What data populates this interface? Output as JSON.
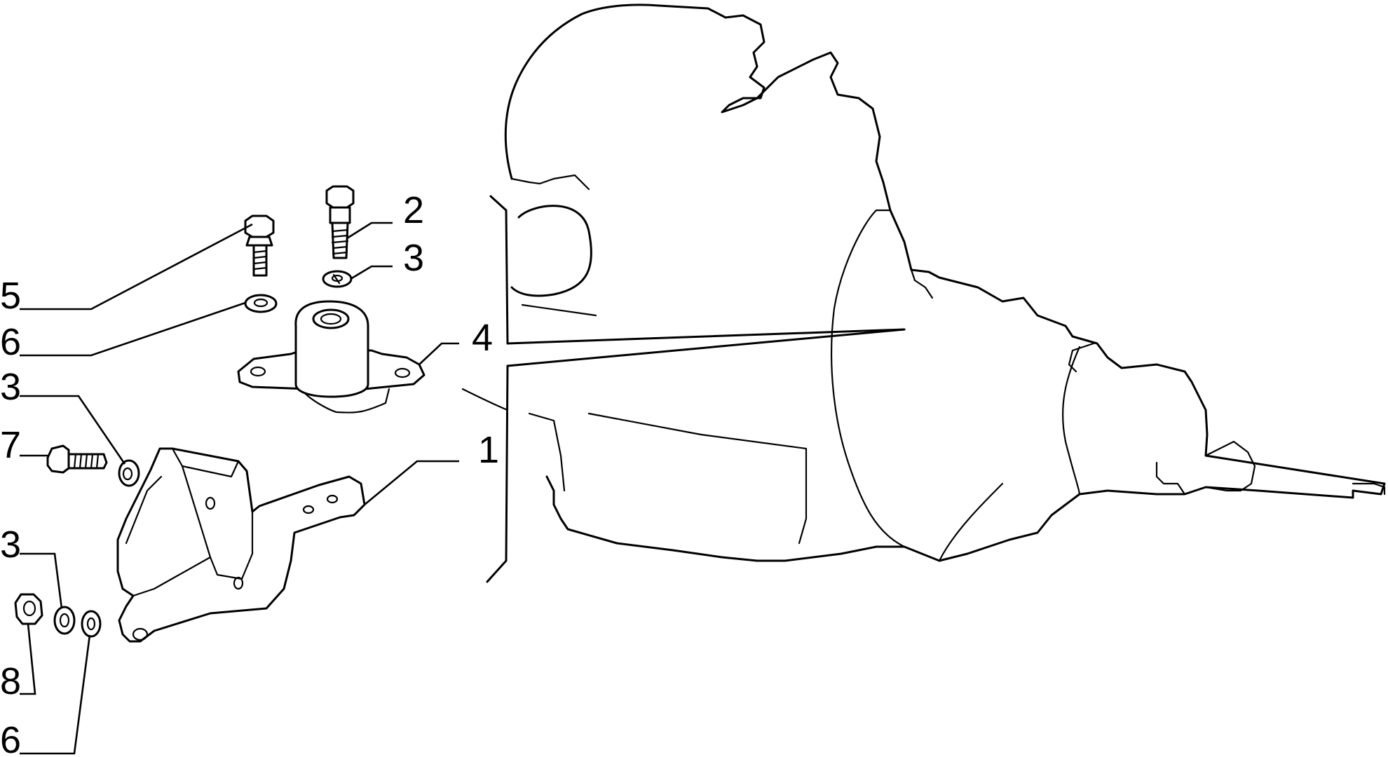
{
  "callouts": [
    {
      "id": "c1",
      "label": "1"
    },
    {
      "id": "c2",
      "label": "2"
    },
    {
      "id": "c3a",
      "label": "3"
    },
    {
      "id": "c3b",
      "label": "3"
    },
    {
      "id": "c3c",
      "label": "3"
    },
    {
      "id": "c4",
      "label": "4"
    },
    {
      "id": "c5",
      "label": "5"
    },
    {
      "id": "c6a",
      "label": "6"
    },
    {
      "id": "c6b",
      "label": "6"
    },
    {
      "id": "c7",
      "label": "7"
    },
    {
      "id": "c8",
      "label": "8"
    }
  ]
}
